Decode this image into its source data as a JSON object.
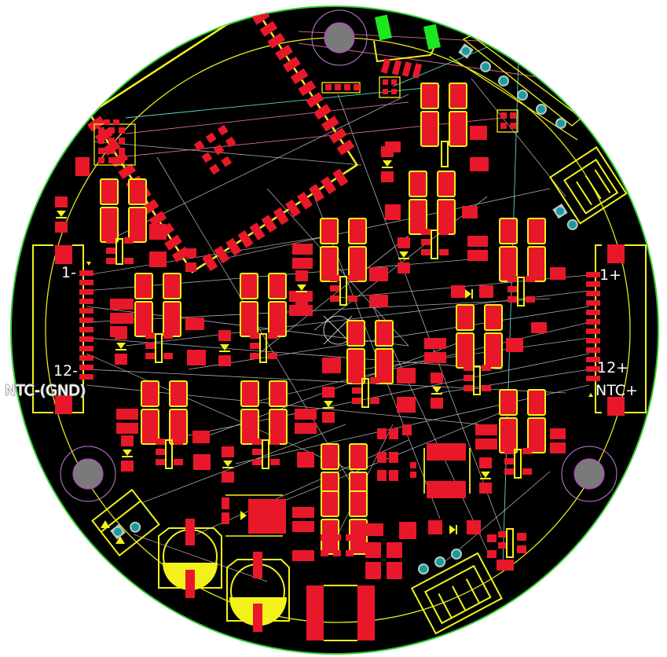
{
  "view": {
    "type": "pcb-layout-top-layer",
    "colors": {
      "board": "#000000",
      "board_edge": "#33cc33",
      "pad": "#e8182a",
      "silkscreen": "#f2f21a",
      "ratsnest": "#c8c8c8",
      "net_cyan": "#5fd3d3",
      "net_pink": "#d86a8a",
      "hole": "#7a7a7a",
      "hole_ring": "#c060d0",
      "through_pad": "#1a9c9c",
      "through_pad_ring": "#b8c8c8",
      "green_pad": "#1ee61e"
    }
  },
  "labels": {
    "left_connector": {
      "pin_first": "1-",
      "pin_last": "12-",
      "ntc": "NTC-(GND)"
    },
    "right_connector": {
      "pin_first": "1+",
      "pin_last": "12+",
      "ntc": "NTC+"
    }
  },
  "components": {
    "mcu_module": "castellated-module-rotated",
    "mounting_holes": 3,
    "left_fpc_pins": 12,
    "right_fpc_pins": 12,
    "header_6pin": "top-right",
    "jst_connectors": 3,
    "electrolytic_caps": 2,
    "origin_marker": "center-crosshair"
  }
}
